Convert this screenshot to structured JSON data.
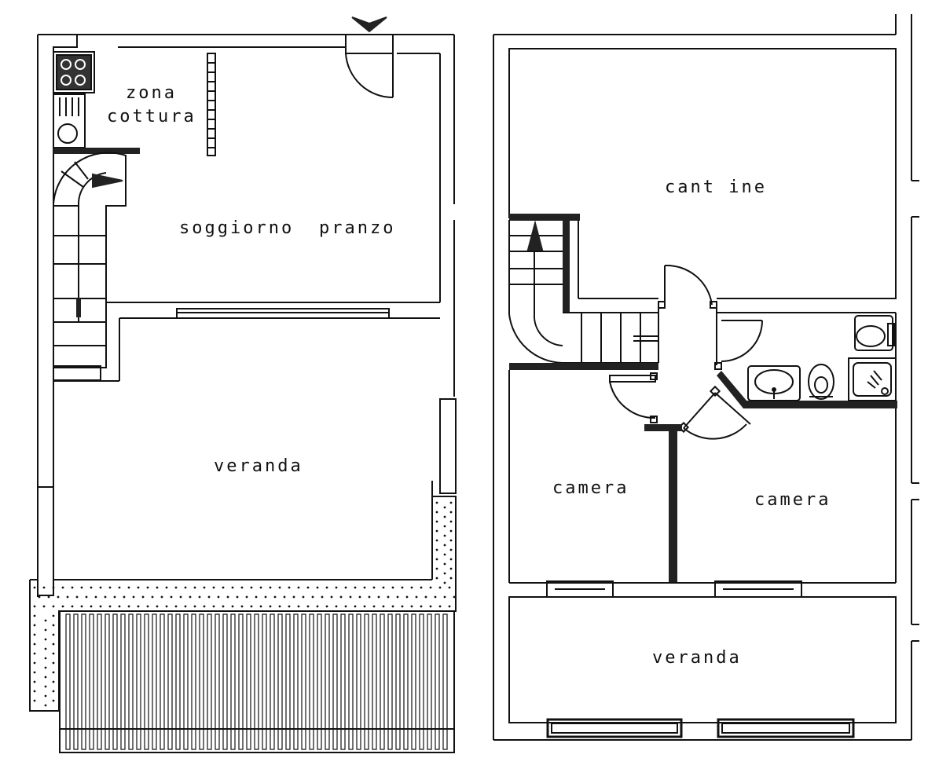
{
  "title": "",
  "colors": {
    "background": "#ffffff",
    "ink": "#111111",
    "wall_fill": "#222222"
  },
  "ground_floor": {
    "labels": {
      "zona": "zona",
      "cottura": "cottura",
      "soggiorno": "soggiorno",
      "pranzo": "pranzo",
      "veranda": "veranda"
    },
    "features": [
      "kitchen-stove-icon",
      "kitchen-sink-icon",
      "spiral-stair-icon",
      "entry-door-icon",
      "entry-arrow-icon",
      "porch-pergola"
    ]
  },
  "upper_floor": {
    "labels": {
      "cantine": "cant ine",
      "camera_left": "camera",
      "camera_right": "camera",
      "veranda": "veranda"
    },
    "features": [
      "stair-icon",
      "stair-up-arrow-icon",
      "wc-icon",
      "bidet-icon",
      "washbasin-icon",
      "shower-icon"
    ]
  }
}
